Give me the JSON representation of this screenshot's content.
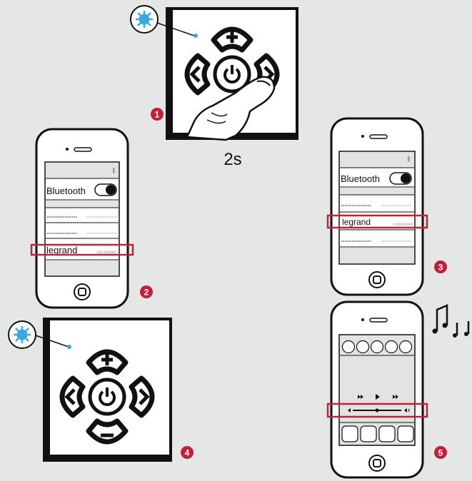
{
  "accent_color": "#c0203a",
  "bluetooth_led_color": "#3aa7e0",
  "steps": [
    {
      "number": "1",
      "hold_time": "2s"
    },
    {
      "number": "2",
      "bluetooth_label": "Bluetooth",
      "device_name": "legrand",
      "device_status": "not paired"
    },
    {
      "number": "3",
      "bluetooth_label": "Bluetooth",
      "device_name": "legrand",
      "device_status": "connected"
    },
    {
      "number": "4"
    },
    {
      "number": "5"
    }
  ],
  "icons": [
    "bluetooth-icon",
    "power-icon",
    "plus-icon",
    "minus-icon",
    "chevron-left-icon",
    "chevron-right-icon",
    "music-notes-icon",
    "home-button-icon"
  ]
}
